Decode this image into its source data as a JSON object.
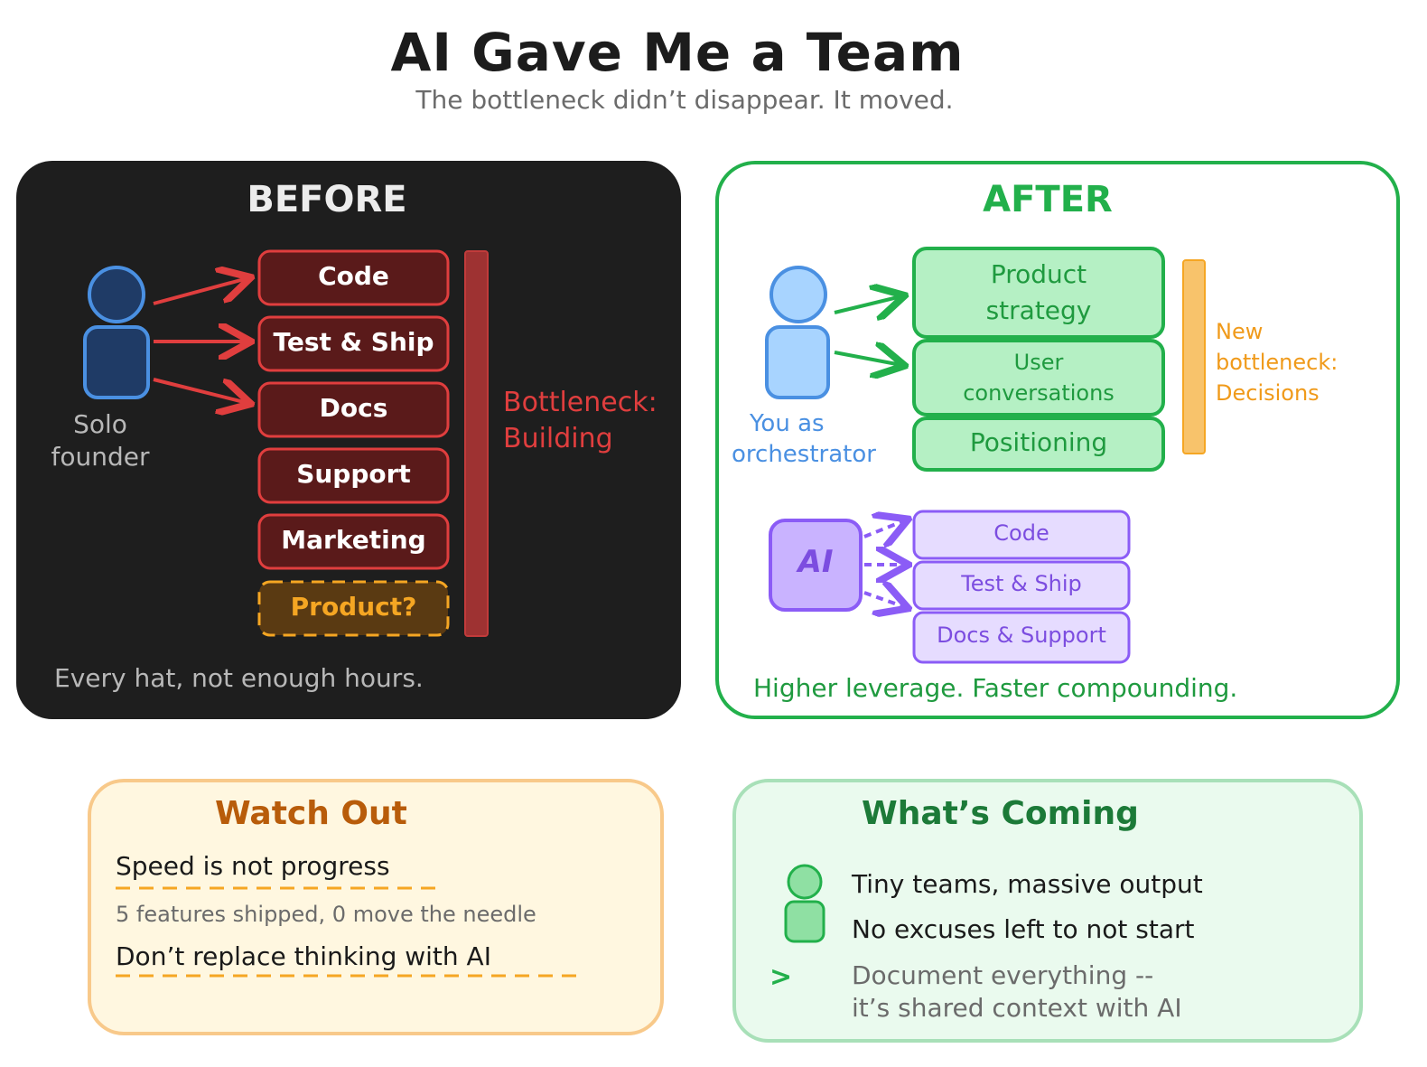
{
  "title": "AI Gave Me a Team",
  "subtitle": "The bottleneck didn’t disappear. It moved.",
  "before": {
    "heading": "BEFORE",
    "person_label_1": "Solo",
    "person_label_2": "founder",
    "tasks": [
      "Code",
      "Test & Ship",
      "Docs",
      "Support",
      "Marketing"
    ],
    "missing_task": "Product?",
    "bottleneck_1": "Bottleneck:",
    "bottleneck_2": "Building",
    "footer": "Every hat, not enough hours."
  },
  "after": {
    "heading": "AFTER",
    "person_label_1": "You as",
    "person_label_2": "orchestrator",
    "strategy_1": "Product",
    "strategy_2": "strategy",
    "user_1": "User",
    "user_2": "conversations",
    "positioning": "Positioning",
    "bottleneck_1": "New",
    "bottleneck_2": "bottleneck:",
    "bottleneck_3": "Decisions",
    "ai_label": "AI",
    "ai_tasks": [
      "Code",
      "Test & Ship",
      "Docs & Support"
    ],
    "footer": "Higher leverage. Faster compounding."
  },
  "watch": {
    "heading": "Watch Out",
    "item1": "Speed is not progress",
    "item1_sub": "5 features shipped, 0 move the needle",
    "item2": "Don’t replace thinking with AI"
  },
  "coming": {
    "heading": "What’s Coming",
    "item1": "Tiny teams, massive output",
    "item2": "No excuses left to not start",
    "arrow": ">",
    "item3_1": "Document everything --",
    "item3_2": "it’s shared context with AI"
  },
  "colors": {
    "dark_panel": "#1e1e1e",
    "red": "#e03e3e",
    "green": "#22b04b",
    "orange": "#f5a623",
    "purple": "#8b5cf6",
    "blue": "#4a90e2"
  }
}
